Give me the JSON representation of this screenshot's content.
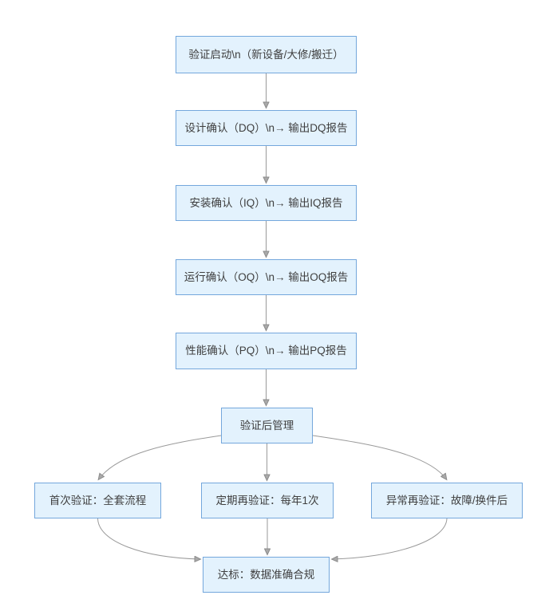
{
  "diagram": {
    "type": "flowchart",
    "colors": {
      "node_fill": "#e3f2fd",
      "node_border": "#74a7dc",
      "node_text": "#3f3f3f",
      "connector": "#9a9a9a",
      "arrowhead": "#8c8c8c",
      "background": "#ffffff"
    },
    "nodes": [
      {
        "id": "start",
        "label": "验证启动\\n（新设备/大修/搬迁）"
      },
      {
        "id": "dq",
        "label": "设计确认（DQ）\\n→ 输出DQ报告"
      },
      {
        "id": "iq",
        "label": "安装确认（IQ）\\n→ 输出IQ报告"
      },
      {
        "id": "oq",
        "label": "运行确认（OQ）\\n→ 输出OQ报告"
      },
      {
        "id": "pq",
        "label": "性能确认（PQ）\\n→ 输出PQ报告"
      },
      {
        "id": "post",
        "label": "验证后管理"
      },
      {
        "id": "initial",
        "label": "首次验证：全套流程"
      },
      {
        "id": "periodic",
        "label": "定期再验证：每年1次"
      },
      {
        "id": "abnormal",
        "label": "异常再验证：故障/换件后"
      },
      {
        "id": "pass",
        "label": "达标：数据准确合规"
      }
    ],
    "edges": [
      {
        "from": "start",
        "to": "dq"
      },
      {
        "from": "dq",
        "to": "iq"
      },
      {
        "from": "iq",
        "to": "oq"
      },
      {
        "from": "oq",
        "to": "pq"
      },
      {
        "from": "pq",
        "to": "post"
      },
      {
        "from": "post",
        "to": "initial"
      },
      {
        "from": "post",
        "to": "periodic"
      },
      {
        "from": "post",
        "to": "abnormal"
      },
      {
        "from": "initial",
        "to": "pass"
      },
      {
        "from": "periodic",
        "to": "pass"
      },
      {
        "from": "abnormal",
        "to": "pass"
      }
    ]
  }
}
